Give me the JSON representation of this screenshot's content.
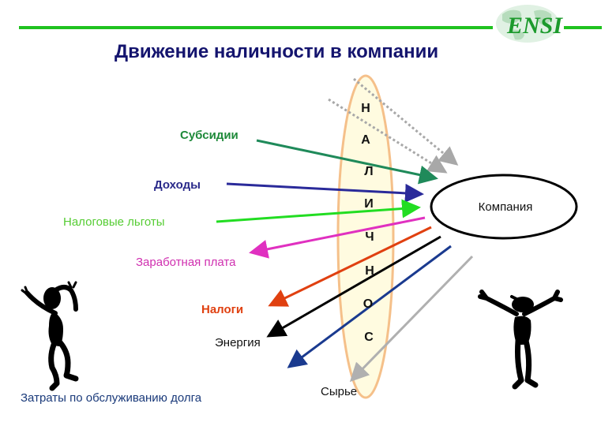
{
  "header": {
    "title": "Движение наличности в компании",
    "logo_text": "ENSI",
    "rule_color": "#1fc21f"
  },
  "filter": {
    "letters": [
      "Н",
      "А",
      "Л",
      "И",
      "Ч",
      "Н",
      "О",
      "С"
    ],
    "fill_color": "#fffbe0",
    "stroke_color": "#f5c08a"
  },
  "company": {
    "label": "Компания"
  },
  "inflows": [
    {
      "label": "Субсидии",
      "color": "#1f8a5a"
    },
    {
      "label": "Доходы",
      "color": "#2a2a9a"
    },
    {
      "label": "Налоговые льготы",
      "color": "#22dd22"
    }
  ],
  "outflows": [
    {
      "label": "Заработная плата",
      "color": "#e030c0"
    },
    {
      "label": "Налоги",
      "color": "#e04010"
    },
    {
      "label": "Энергия",
      "color": "#000000"
    },
    {
      "label": "Затраты по обслуживанию долга",
      "color": "#1a3a8f"
    },
    {
      "label": "Сырье",
      "color": "#b0b0b0"
    }
  ],
  "dotted_arrows_color": "#a8a8a8"
}
